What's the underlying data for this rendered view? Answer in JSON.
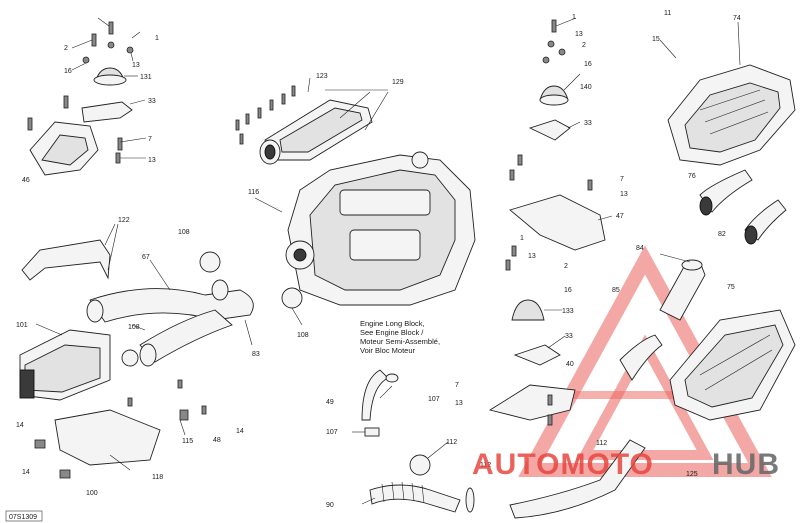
{
  "diagram_code": "07S1309",
  "engine_note": [
    "Engine Long Block,",
    "See Engine Block /",
    "Moteur Semi-Assemblé,",
    "Voir Bloc Moteur"
  ],
  "watermark": {
    "text_auto": "AUTOMOTO",
    "text_hub": "HUB",
    "colors": {
      "accent": "#e8463f",
      "dark": "#6b6b6b"
    }
  },
  "callouts": [
    {
      "n": "1"
    },
    {
      "n": "2"
    },
    {
      "n": "13"
    },
    {
      "n": "16"
    },
    {
      "n": "131"
    },
    {
      "n": "33"
    },
    {
      "n": "46"
    },
    {
      "n": "7"
    },
    {
      "n": "13"
    },
    {
      "n": "123"
    },
    {
      "n": "129"
    },
    {
      "n": "116"
    },
    {
      "n": "122"
    },
    {
      "n": "67"
    },
    {
      "n": "108"
    },
    {
      "n": "101"
    },
    {
      "n": "108"
    },
    {
      "n": "83"
    },
    {
      "n": "108"
    },
    {
      "n": "14"
    },
    {
      "n": "115"
    },
    {
      "n": "48"
    },
    {
      "n": "14"
    },
    {
      "n": "118"
    },
    {
      "n": "14"
    },
    {
      "n": "100"
    },
    {
      "n": "1"
    },
    {
      "n": "13"
    },
    {
      "n": "2"
    },
    {
      "n": "16"
    },
    {
      "n": "140"
    },
    {
      "n": "33"
    },
    {
      "n": "7"
    },
    {
      "n": "13"
    },
    {
      "n": "47"
    },
    {
      "n": "1"
    },
    {
      "n": "13"
    },
    {
      "n": "2"
    },
    {
      "n": "16"
    },
    {
      "n": "133"
    },
    {
      "n": "33"
    },
    {
      "n": "7"
    },
    {
      "n": "13"
    },
    {
      "n": "11"
    },
    {
      "n": "15"
    },
    {
      "n": "74"
    },
    {
      "n": "76"
    },
    {
      "n": "82"
    },
    {
      "n": "84"
    },
    {
      "n": "75"
    },
    {
      "n": "85"
    },
    {
      "n": "49"
    },
    {
      "n": "107"
    },
    {
      "n": "107"
    },
    {
      "n": "112"
    },
    {
      "n": "90"
    },
    {
      "n": "112"
    },
    {
      "n": "112"
    },
    {
      "n": "125"
    },
    {
      "n": "40"
    }
  ]
}
